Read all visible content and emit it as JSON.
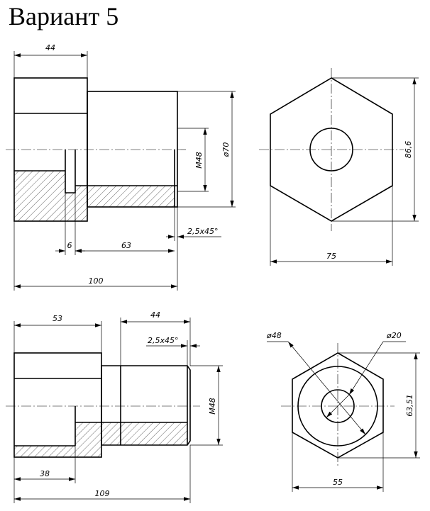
{
  "title": "Вариант 5",
  "colors": {
    "line": "#000000",
    "background": "#ffffff"
  },
  "view1": {
    "dim_top": "44",
    "dim_thread": "M48",
    "dim_dia": "ø70",
    "dim_chamfer": "2,5x45°",
    "dim_groove": "6",
    "dim_thread_len": "63",
    "dim_total": "100"
  },
  "view2": {
    "dim_height": "86,6",
    "dim_width": "75"
  },
  "view3": {
    "dim_left": "53",
    "dim_right": "44",
    "dim_chamfer": "2,5x45°",
    "dim_thread": "M48",
    "dim_bore": "38",
    "dim_total": "109"
  },
  "view4": {
    "dim_outer_dia": "ø48",
    "dim_inner_dia": "ø20",
    "dim_height": "63,51",
    "dim_width": "55"
  }
}
